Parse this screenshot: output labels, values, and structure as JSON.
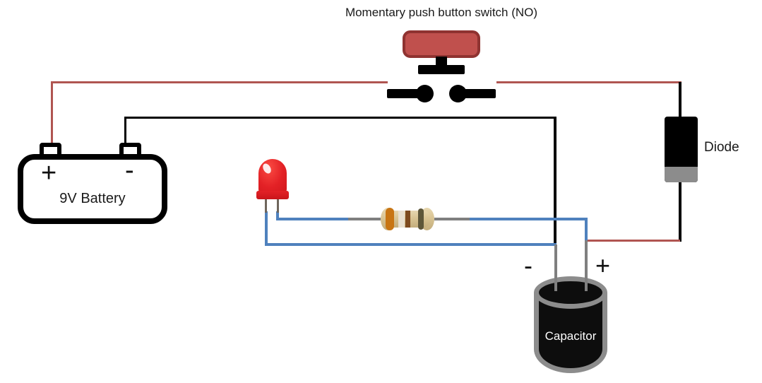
{
  "components": {
    "switch": {
      "label": "Momentary push button switch (NO)"
    },
    "battery": {
      "label": "9V Battery",
      "positive_sign": "+",
      "negative_sign": "-"
    },
    "diode": {
      "label": "Diode"
    },
    "capacitor": {
      "label": "Capacitor",
      "negative_sign": "-",
      "positive_sign": "+"
    },
    "resistor": {
      "bands": [
        "orange",
        "cream",
        "brown",
        "dark-olive"
      ]
    }
  },
  "colors": {
    "wire-red": "#b05551",
    "wire-black": "#000000",
    "wire-blue": "#4f81bd",
    "lead-gray": "#7f7f7f",
    "led-leg": "#6f665c",
    "switch-cap-fill": "#c0504d",
    "switch-cap-border": "#8f3331",
    "led-red": "#e32126",
    "resistor-body": "#d9c493",
    "band-orange": "#c87513",
    "band-cream": "#e9e0cf",
    "band-brown": "#7d4a1e",
    "band-dark": "#5d5639",
    "diode-band": "#8c8c8c",
    "cap-outline": "#8c8c8c",
    "cap-body": "#0d0d0d"
  }
}
